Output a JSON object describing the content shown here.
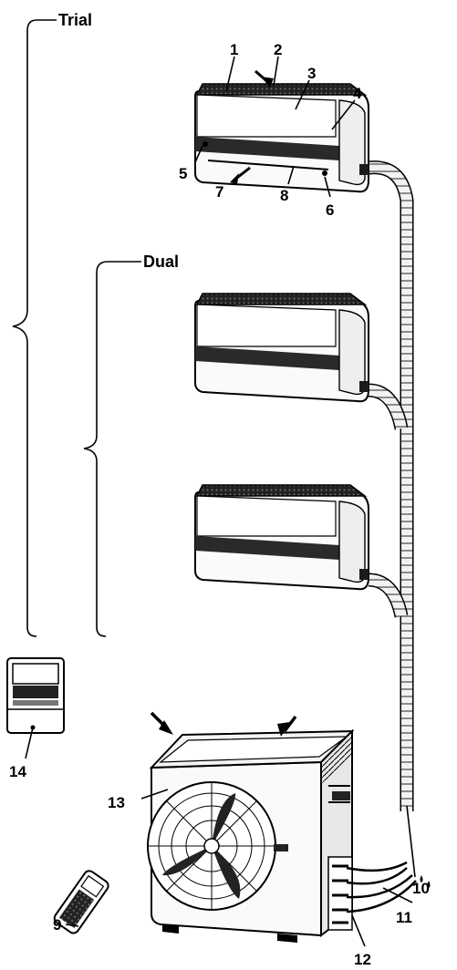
{
  "groups": {
    "trial": "Trial",
    "dual": "Dual"
  },
  "callouts": {
    "c1": "1",
    "c2": "2",
    "c3": "3",
    "c4": "4",
    "c5": "5",
    "c6": "6",
    "c7": "7",
    "c8": "8",
    "c9": "9",
    "c10": "10",
    "c11": "11",
    "c12": "12",
    "c13": "13",
    "c14": "14"
  }
}
